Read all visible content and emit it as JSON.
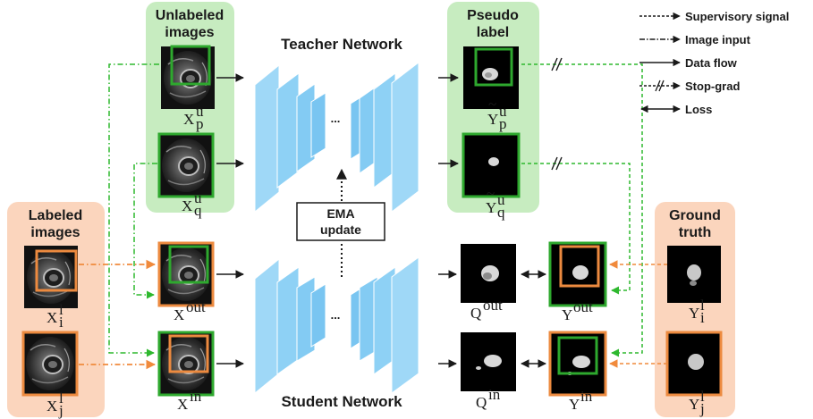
{
  "legend": {
    "supervisory": "Supervisory signal",
    "image_input": "Image input",
    "data_flow": "Data flow",
    "stop_grad": "Stop-grad",
    "loss": "Loss"
  },
  "panels": {
    "unlabeled_line1": "Unlabeled",
    "unlabeled_line2": "images",
    "labeled_line1": "Labeled",
    "labeled_line2": "images",
    "pseudo_line1": "Pseudo",
    "pseudo_line2": "label",
    "ground_line1": "Ground",
    "ground_line2": "truth"
  },
  "networks": {
    "teacher": "Teacher Network",
    "student": "Student Network",
    "ema_line1": "EMA",
    "ema_line2": "update",
    "ellipsis": "..."
  },
  "labels": {
    "xp": "X",
    "xq": "X",
    "xi": "X",
    "xj": "X",
    "xout": "X",
    "xin": "X",
    "yp": "Y",
    "yq": "Y",
    "qout": "Q",
    "qin": "Q",
    "yout": "Y",
    "yin": "Y",
    "yi": "Y",
    "yj": "Y",
    "sup_u": "u",
    "sup_l": "l",
    "sup_out": "out",
    "sup_in": "in",
    "sub_p": "p",
    "sub_q": "q",
    "sub_i": "i",
    "sub_j": "j",
    "tilde": "~"
  },
  "colors": {
    "green_panel": "#c7ecc0",
    "orange_panel": "#fbd5bd",
    "green_box": "#2ea82e",
    "orange_box": "#ec8a3f",
    "network_blue": "#7ecbf2",
    "green_arrow": "#2eb82e",
    "orange_arrow": "#f08a3c"
  }
}
